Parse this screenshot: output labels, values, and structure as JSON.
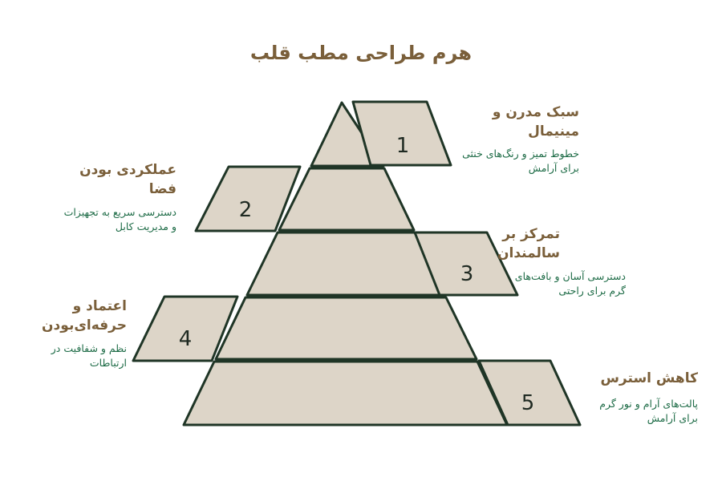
{
  "title": "هرم طراحی مطب قلب",
  "levels": [
    {
      "number": "1",
      "heading": "سبک مدرن و مینیمال",
      "description": "خطوط تمیز و رنگ‌های خنثی برای آرامش"
    },
    {
      "number": "2",
      "heading": "عملکردی بودن فضا",
      "description": "دسترسی سریع به تجهیزات و مدیریت کابل"
    },
    {
      "number": "3",
      "heading": "تمرکز بر سالمندان",
      "description": "دسترسی آسان و بافت‌های گرم برای راحتی"
    },
    {
      "number": "4",
      "heading": "اعتماد و حرفه‌ای‌بودن",
      "description": "نظم و شفافیت در ارتباطات"
    },
    {
      "number": "5",
      "heading": "کاهش استرس",
      "description": "پالت‌های آرام و نور گرم برای آرامش"
    }
  ],
  "colors": {
    "fill": "#ddd5c8",
    "stroke": "#1f3526",
    "heading": "#7a5f3a",
    "description": "#1d6b46"
  }
}
